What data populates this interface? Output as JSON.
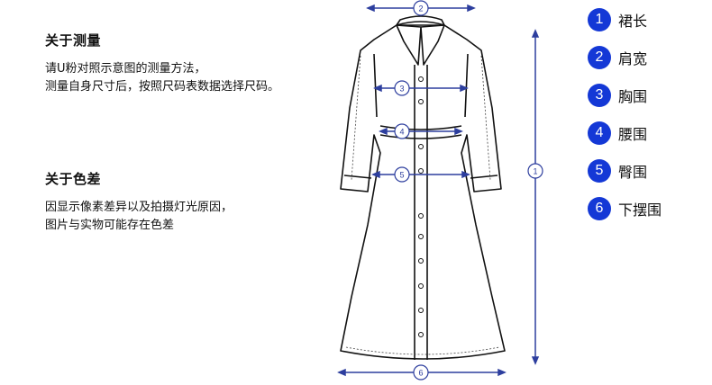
{
  "measure_note": {
    "title": "关于测量",
    "lines": [
      "请U粉对照示意图的测量方法，",
      "测量自身尺寸后，按照尺码表数据选择尺码。"
    ]
  },
  "color_note": {
    "title": "关于色差",
    "lines": [
      "因显示像素差异以及拍摄灯光原因，",
      "图片与实物可能存在色差"
    ]
  },
  "legend": [
    {
      "num": "1",
      "label": "裙长"
    },
    {
      "num": "2",
      "label": "肩宽"
    },
    {
      "num": "3",
      "label": "胸围"
    },
    {
      "num": "4",
      "label": "腰围"
    },
    {
      "num": "5",
      "label": "臀围"
    },
    {
      "num": "6",
      "label": "下摆围"
    }
  ],
  "markers": {
    "m1": "1",
    "m2": "2",
    "m3": "3",
    "m4": "4",
    "m5": "5",
    "m6": "6"
  },
  "colors": {
    "accent": "#1438d6",
    "measure_line": "#2d3e9e",
    "outline": "#111111"
  }
}
